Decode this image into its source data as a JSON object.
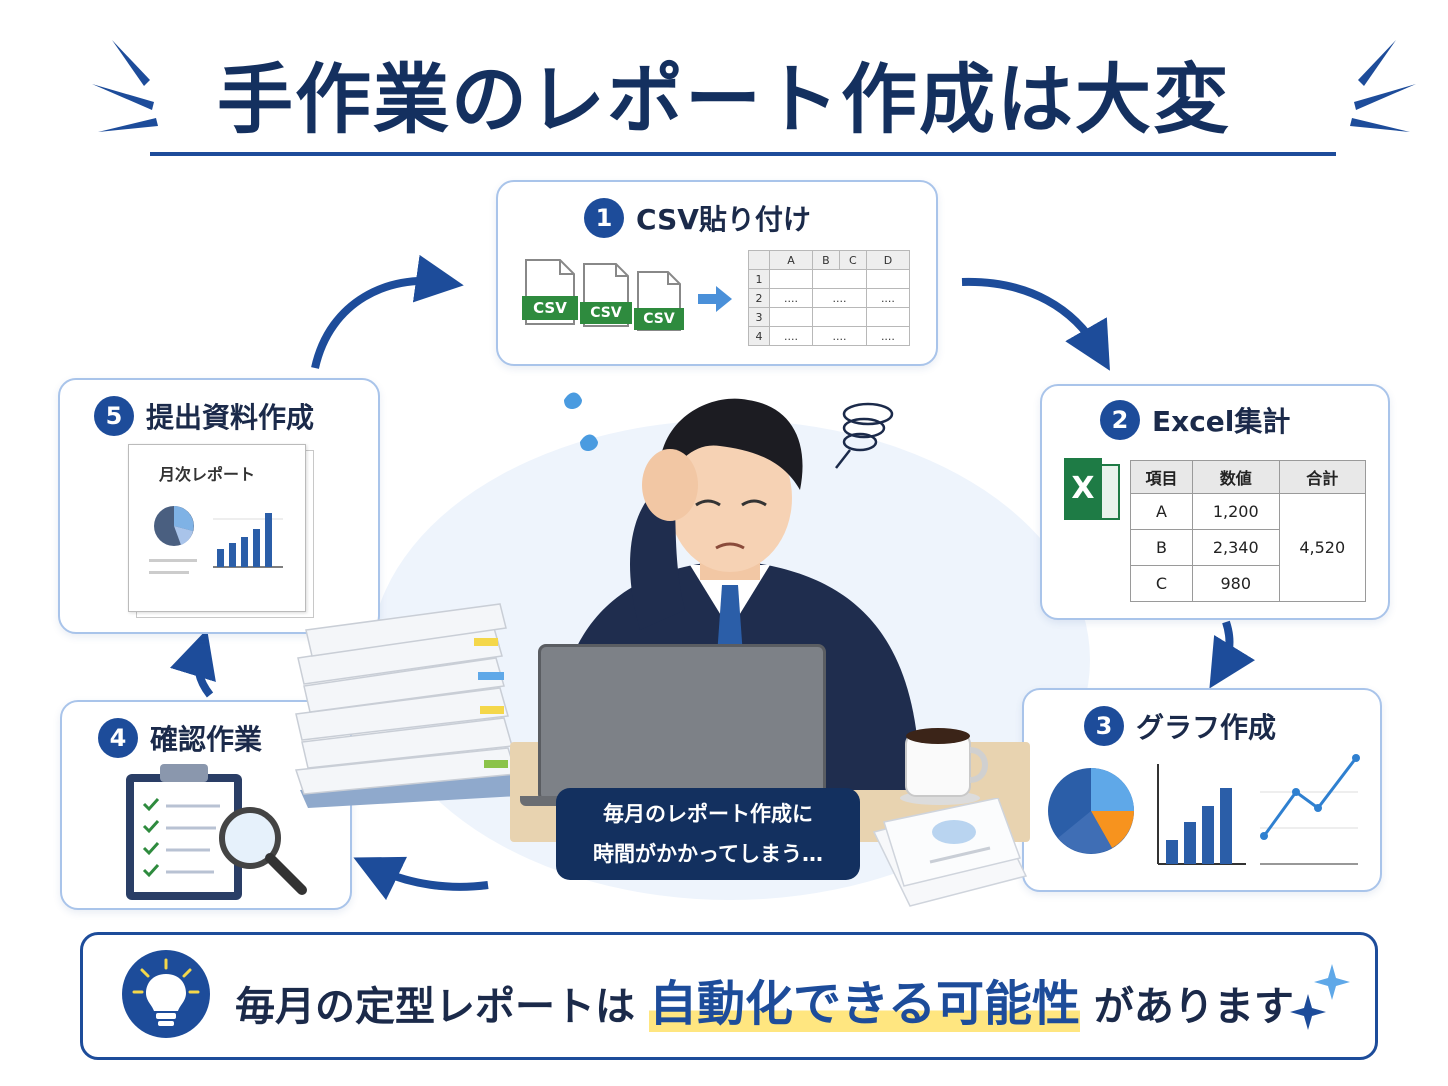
{
  "title": "手作業のレポート作成は大変",
  "steps": [
    {
      "num": "1",
      "label": "CSV貼り付け"
    },
    {
      "num": "2",
      "label": "Excel集計"
    },
    {
      "num": "3",
      "label": "グラフ作成"
    },
    {
      "num": "4",
      "label": "確認作業"
    },
    {
      "num": "5",
      "label": "提出資料作成"
    }
  ],
  "csv_labels": [
    "CSV",
    "CSV",
    "CSV"
  ],
  "sheet": {
    "columns": [
      "A",
      "B",
      "C",
      "D"
    ],
    "rows": [
      {
        "n": "1",
        "cells": [
          "",
          "",
          ""
        ]
      },
      {
        "n": "2",
        "cells": [
          "....",
          "....",
          "...."
        ]
      },
      {
        "n": "3",
        "cells": [
          "",
          "",
          ""
        ]
      },
      {
        "n": "4",
        "cells": [
          "....",
          "....",
          "...."
        ]
      }
    ]
  },
  "excel": {
    "icon_letter": "X",
    "headers": [
      "項目",
      "数値",
      "合計"
    ],
    "rows": [
      {
        "item": "A",
        "value": "1,200"
      },
      {
        "item": "B",
        "value": "2,340"
      },
      {
        "item": "C",
        "value": "980"
      }
    ],
    "total": "4,520"
  },
  "report_doc_title": "月次レポート",
  "bubble": {
    "line1": "毎月のレポート作成に",
    "line2": "時間がかかってしまう…"
  },
  "bottom": {
    "prefix": "毎月の定型レポートは",
    "highlight": "自動化できる可能性",
    "suffix": "があります"
  },
  "colors": {
    "navy": "#14305f",
    "accent": "#1d4c9a",
    "card_border": "#a9c4ea",
    "csv_green": "#2e8b3e",
    "highlight": "#ffe680"
  },
  "icons": [
    "csv-file-icon",
    "excel-icon",
    "pie-chart-icon",
    "bar-chart-icon",
    "line-chart-icon",
    "clipboard-icon",
    "magnifier-icon",
    "lightbulb-icon",
    "sparkle-icon"
  ]
}
